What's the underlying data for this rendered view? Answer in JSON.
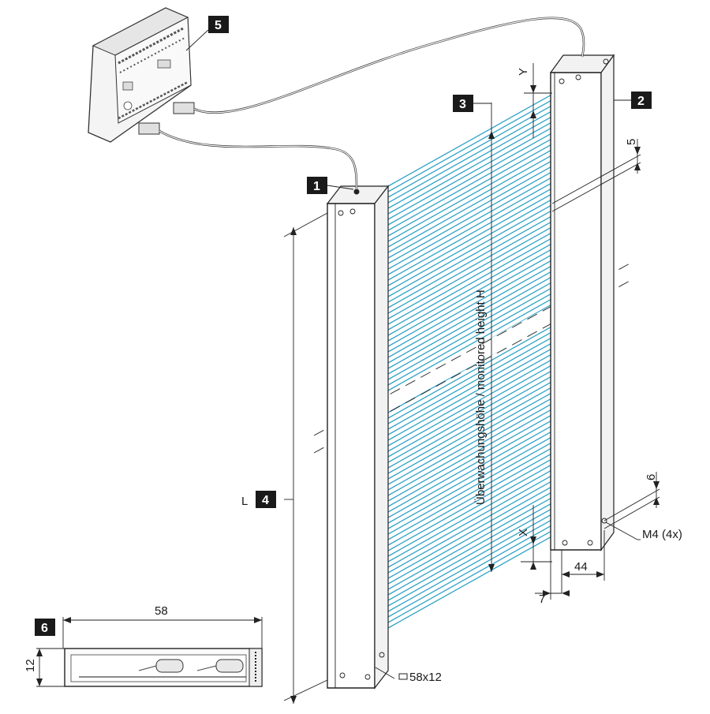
{
  "colors": {
    "beam": "#2fa3c8",
    "badge": "#1a1a1a",
    "outline": "#222222"
  },
  "labels": {
    "badge_1": "1",
    "badge_2": "2",
    "badge_3": "3",
    "badge_4": "4",
    "badge_5": "5",
    "badge_6": "6",
    "monitored_height": "Überwachungshöhe / monitored height H",
    "length_symbol": "L",
    "dim_y": "Y",
    "dim_x": "X",
    "dim_5": "5",
    "dim_6": "6",
    "dim_7": "7",
    "dim_44": "44",
    "dim_58": "58",
    "dim_12": "12",
    "mount_screws": "M4 (4x)",
    "profile_size": "58x12"
  },
  "icons": {
    "profile_symbol": "rectangle-profile-icon",
    "controller": "control-unit-icon",
    "cross_section": "profile-cross-section-icon"
  }
}
